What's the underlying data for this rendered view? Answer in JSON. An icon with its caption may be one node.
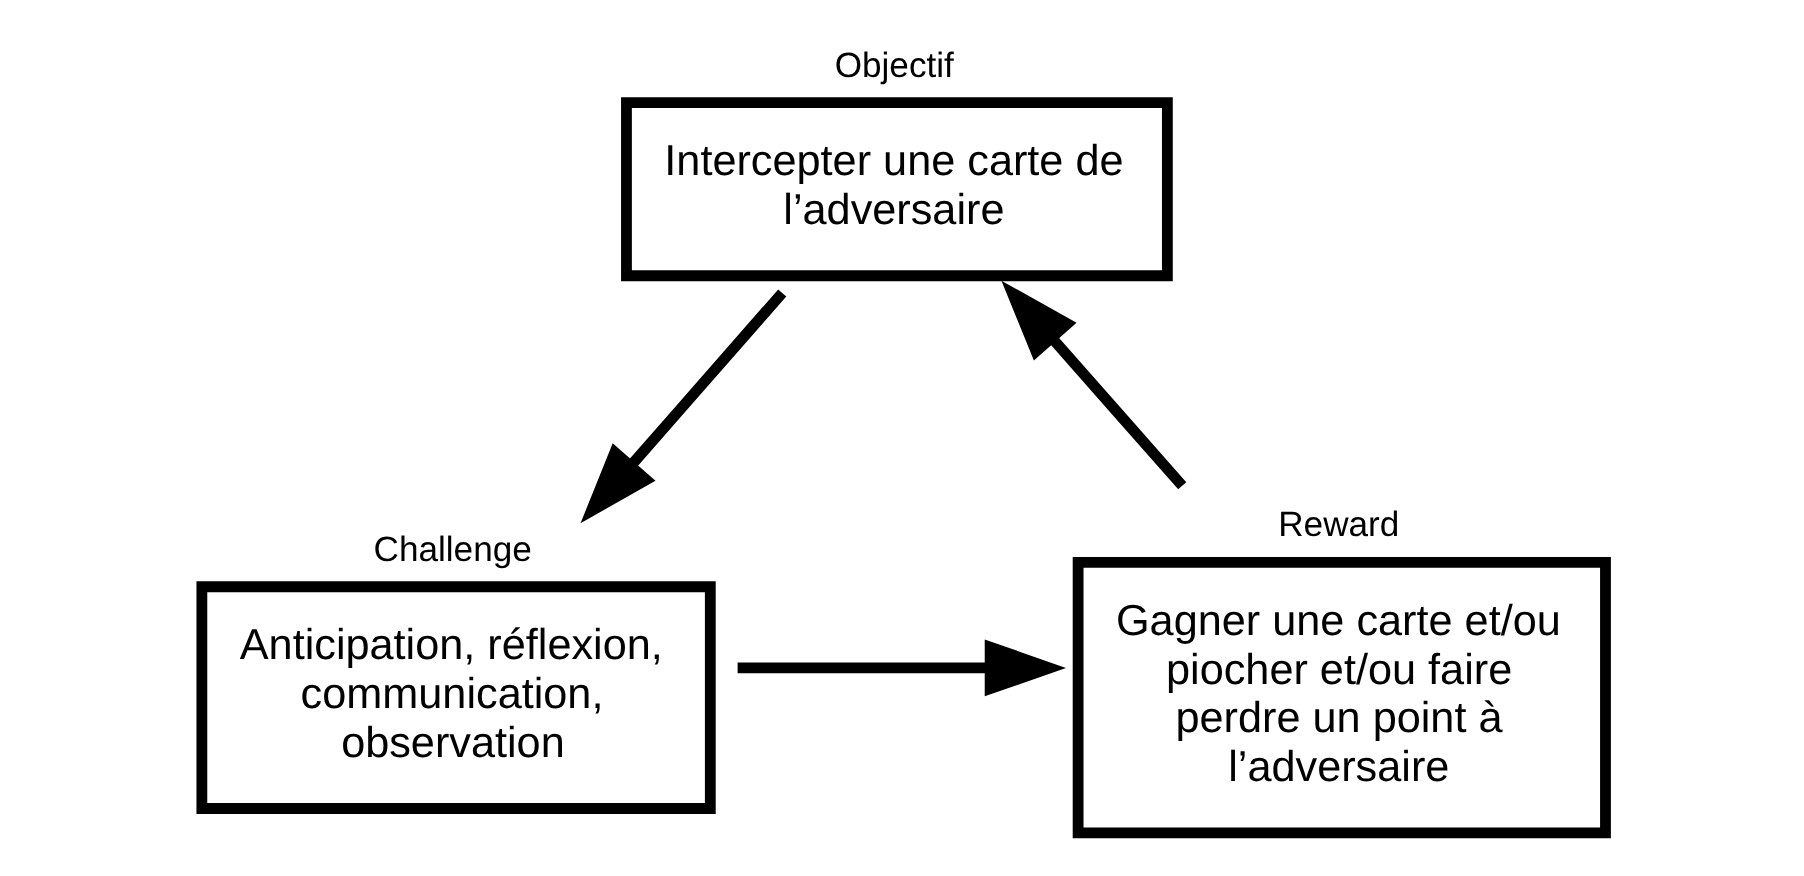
{
  "diagram": {
    "nodes": [
      {
        "text": [
          "Objectif",
          "Intercepter une carte de l’adversaire"
        ]
      },
      {
        "text": [
          "Challenge",
          "Anticipation, réflexion, communication, observation"
        ]
      },
      {
        "text": [
          "Reward",
          "Gagner une carte et/ou piocher et/ou faire perdre un point à l’adversaire"
        ]
      }
    ],
    "edges": [
      {
        "from": 0,
        "to": 1,
        "arrow": "to"
      },
      {
        "from": 1,
        "to": 2,
        "arrow": "to"
      },
      {
        "from": 2,
        "to": 0,
        "arrow": "to"
      }
    ]
  }
}
